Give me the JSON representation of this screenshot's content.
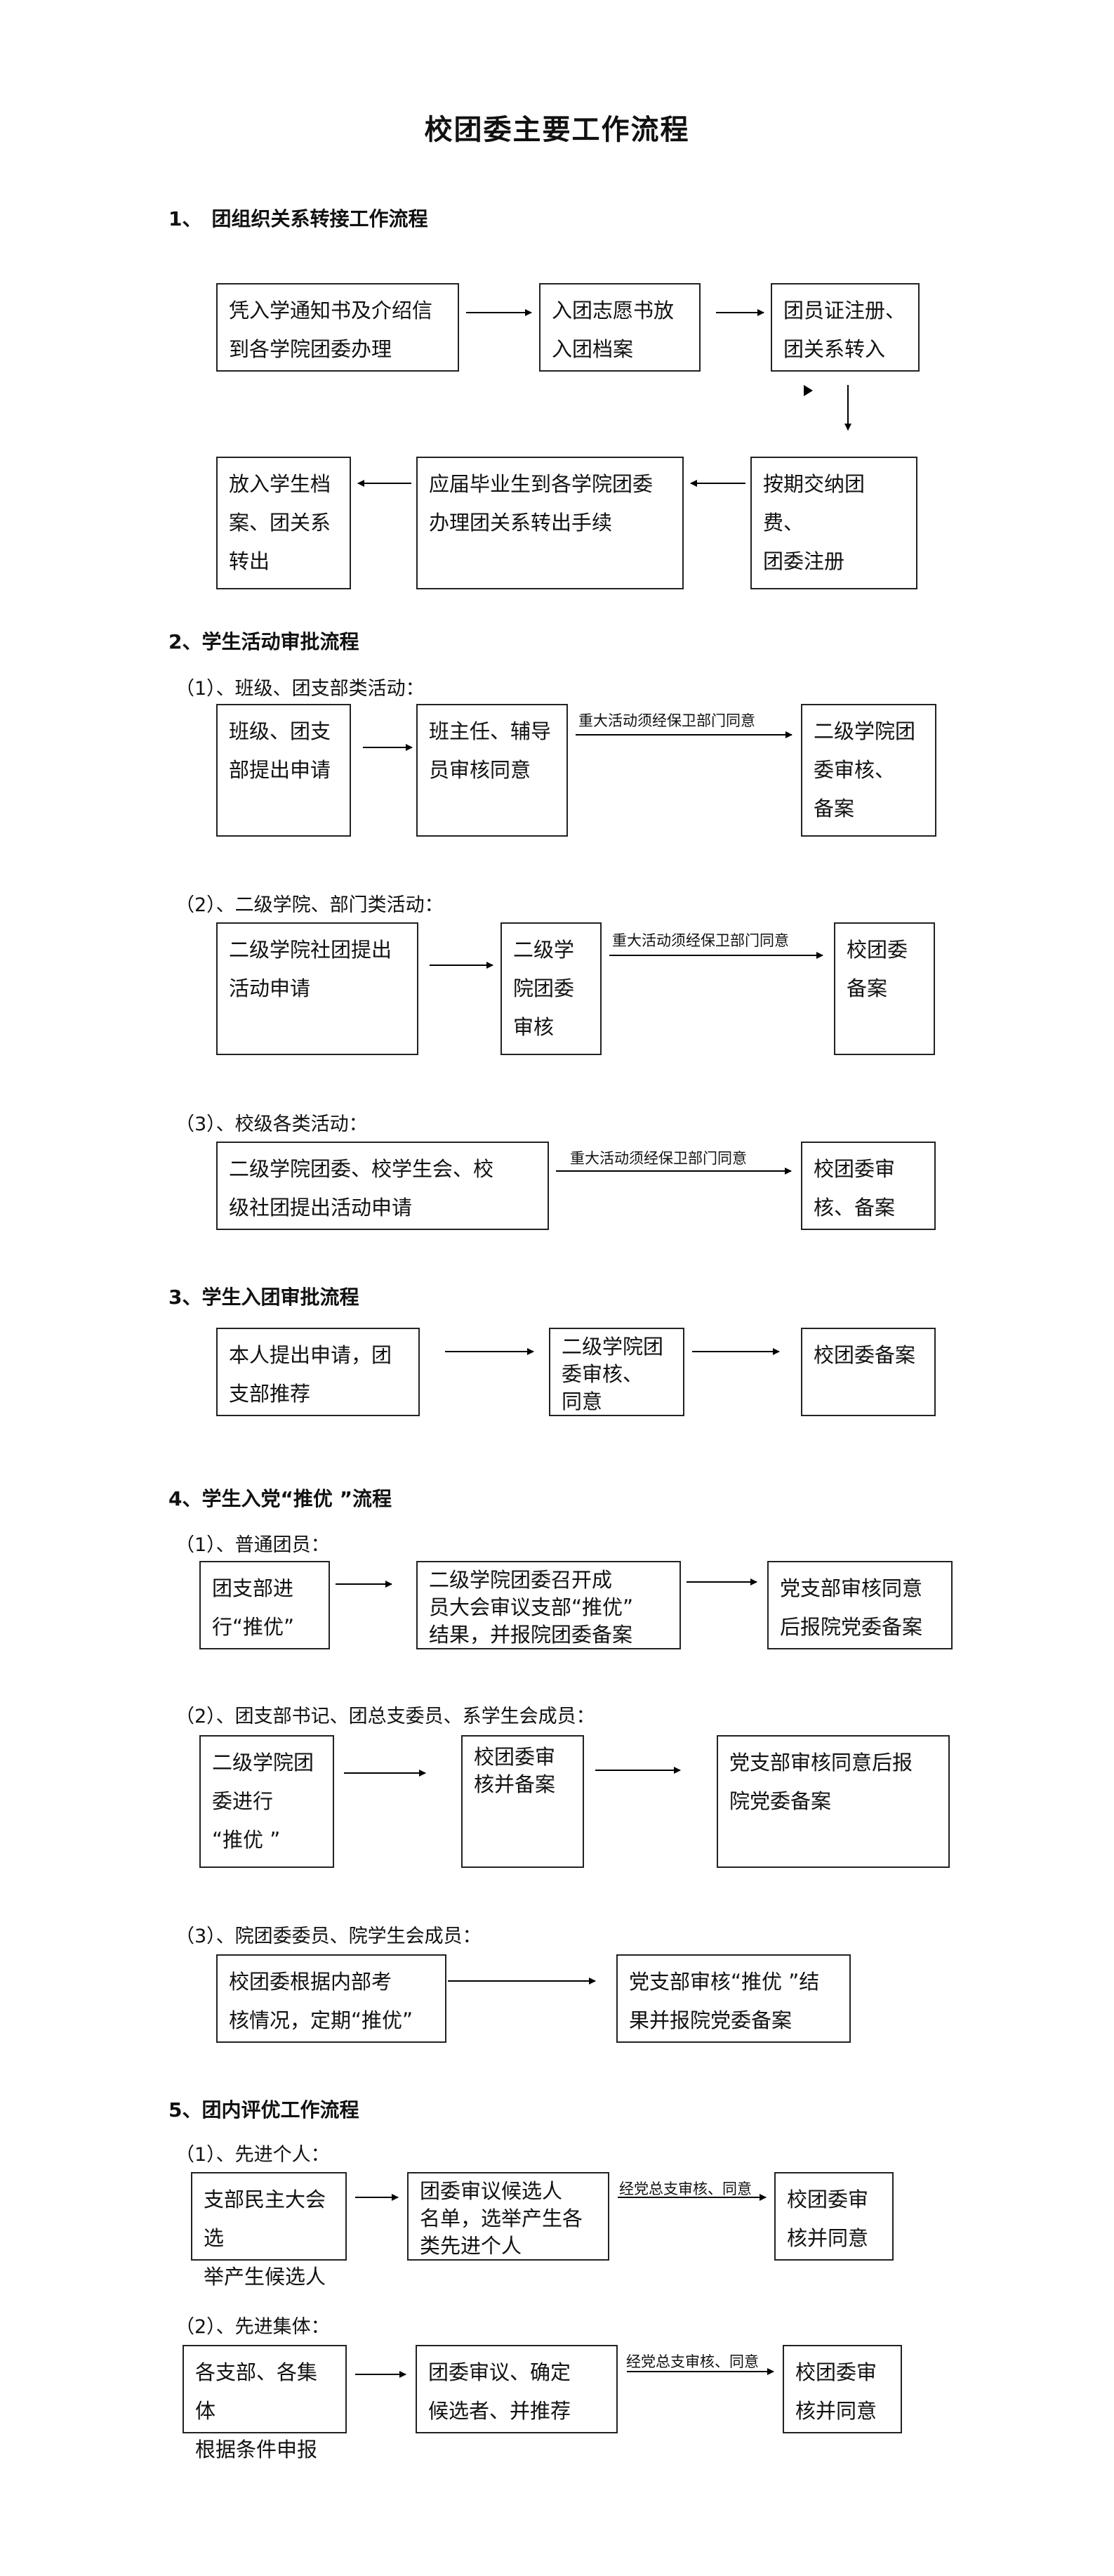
{
  "title": "校团委主要工作流程",
  "s1": {
    "heading": "1、　团组织关系转接工作流程",
    "b1": "凭入学通知书及介绍信\n到各学院团委办理",
    "b2": "入团志愿书放\n入团档案",
    "b3": "团员证注册、\n团关系转入",
    "b4": "按期交纳团费、\n团委注册",
    "b5": "应届毕业生到各学院团委\n办理团关系转出手续",
    "b6": "放入学生档\n案、团关系\n转出"
  },
  "s2": {
    "heading": "2、学生活动审批流程",
    "p1": {
      "label": "（1）、班级、团支部类活动：",
      "b1": "班级、团支\n部提出申请",
      "b2": "班主任、辅导\n员审核同意",
      "note": "重大活动须经保卫部门同意",
      "b3": "二级学院团\n委审核、\n备案"
    },
    "p2": {
      "label": "（2）、二级学院、部门类活动：",
      "b1": "二级学院社团提出\n活动申请",
      "b2": "二级学\n院团委\n审核",
      "note": "重大活动须经保卫部门同意",
      "b3": "校团委\n备案"
    },
    "p3": {
      "label": "（3）、校级各类活动：",
      "b1": "二级学院团委、校学生会、校\n级社团提出活动申请",
      "note": "重大活动须经保卫部门同意",
      "b2": "校团委审\n核、备案"
    }
  },
  "s3": {
    "heading": "3、学生入团审批流程",
    "b1": "本人提出申请，团\n支部推荐",
    "b2": "二级学院团\n委审核、\n同意",
    "b3": "校团委备案"
  },
  "s4": {
    "heading": "4、学生入党“推优 ”流程",
    "p1": {
      "label": "（1）、普通团员：",
      "b1": "团支部进\n行“推优”",
      "b2": "二级学院团委召开成\n员大会审议支部“推优”\n结果，并报院团委备案",
      "b3": "党支部审核同意\n后报院党委备案"
    },
    "p2": {
      "label": "（2）、团支部书记、团总支委员、系学生会成员：",
      "b1": "二级学院团\n委进行\n“推优 ”",
      "b2": "校团委审\n核并备案",
      "b3": "党支部审核同意后报\n院党委备案"
    },
    "p3": {
      "label": "（3）、院团委委员、院学生会成员：",
      "b1": "校团委根据内部考\n核情况，定期“推优”",
      "b2": "党支部审核“推优 ”结\n果并报院党委备案"
    }
  },
  "s5": {
    "heading": "5、团内评优工作流程",
    "p1": {
      "label": "（1）、先进个人：",
      "b1": "支部民主大会选\n举产生候选人",
      "b2": "团委审议候选人\n名单，选举产生各\n类先进个人",
      "note": "经党总支审核、同意",
      "b3": "校团委审\n核并同意"
    },
    "p2": {
      "label": "（2）、先进集体：",
      "b1": "各支部、各集体\n根据条件申报",
      "b2": "团委审议、确定\n候选者、并推荐",
      "note": "经党总支审核、同意",
      "b3": "校团委审\n核并同意"
    }
  }
}
